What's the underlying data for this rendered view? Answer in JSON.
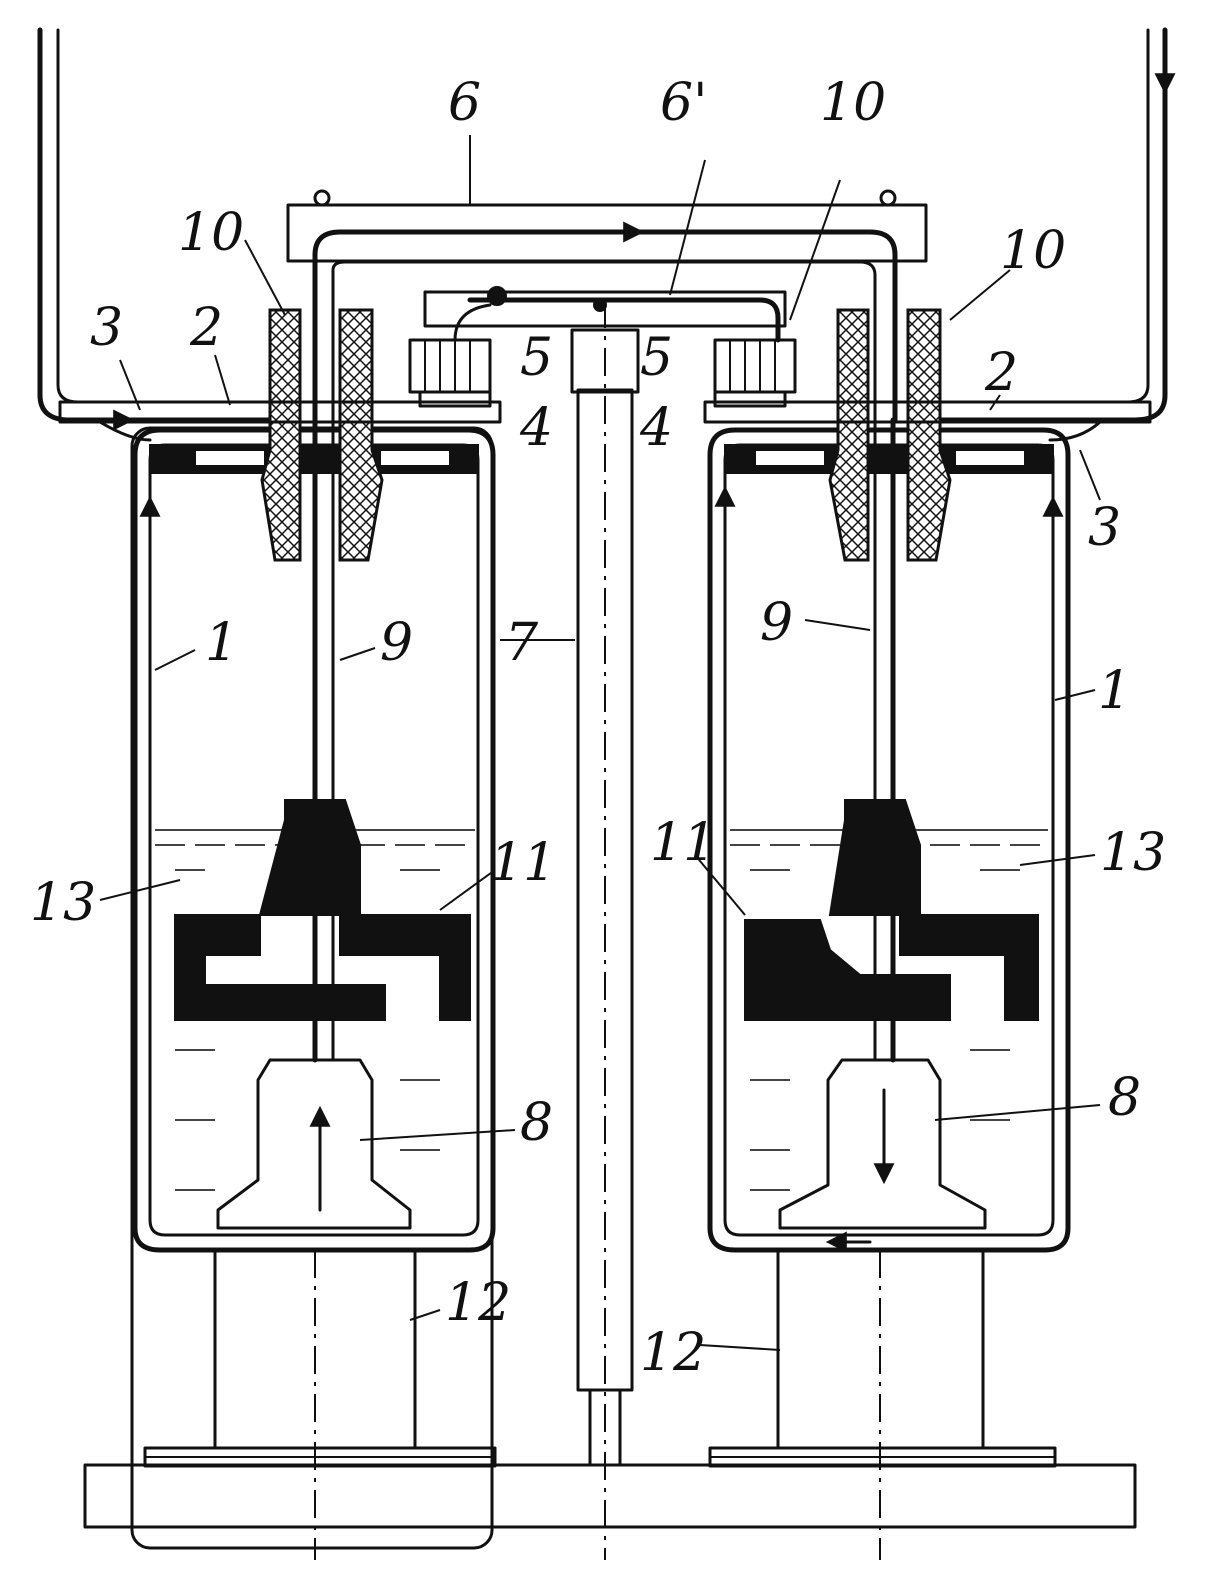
{
  "labels": {
    "l1": "1",
    "l2": "2",
    "l3": "3",
    "l4": "4",
    "l5": "5",
    "l6": "6",
    "l6p": "6'",
    "l7": "7",
    "l8": "8",
    "l9": "9",
    "l10": "10",
    "l11": "11",
    "l12": "12",
    "l13": "13"
  },
  "colors": {
    "ink": "#111111",
    "paper": "#ffffff"
  }
}
